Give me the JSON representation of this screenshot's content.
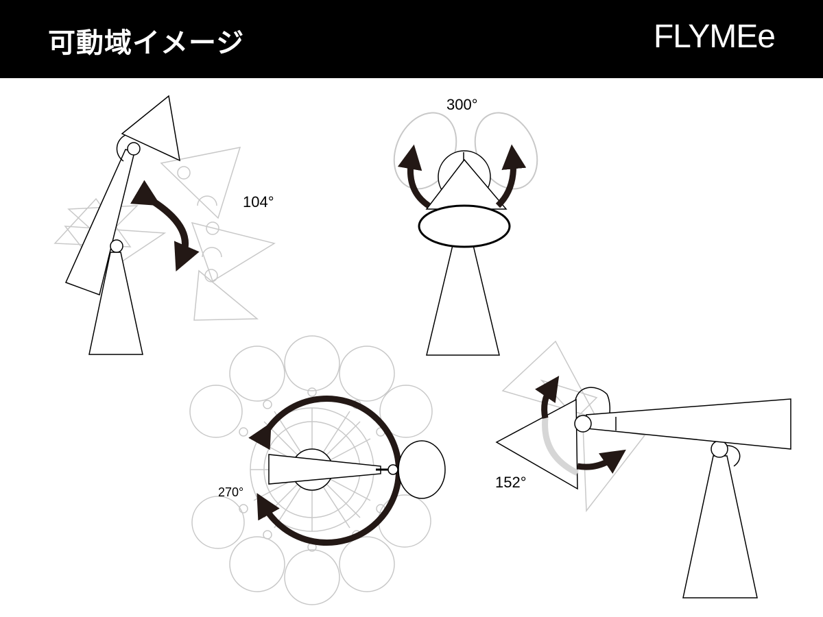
{
  "header": {
    "title": "可動域イメージ",
    "logo": "FLYMEe"
  },
  "colors": {
    "header_bg": "#000000",
    "ghost_line": "#c8c8c8",
    "line": "#000000",
    "arrow": "#231815",
    "gray_arrow": "#d6d6d6"
  },
  "diagrams": {
    "tilt": {
      "angle_label": "104°"
    },
    "swivel": {
      "angle_label": "300°"
    },
    "rotation": {
      "angle_label": "270°"
    },
    "side": {
      "angle_label": "152°"
    }
  }
}
